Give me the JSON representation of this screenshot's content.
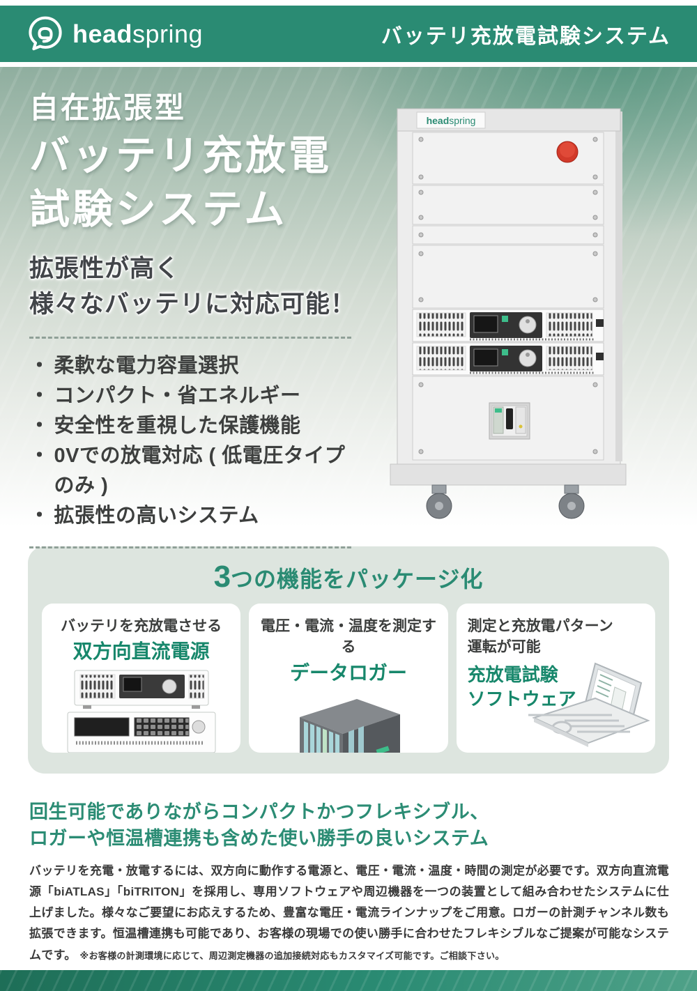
{
  "header": {
    "logo_bold": "head",
    "logo_light": "spring",
    "tagline": "バッテリ充放電試験システム"
  },
  "hero": {
    "kicker": "自在拡張型",
    "title_line1": "バッテリ充放電",
    "title_line2": "試験システム",
    "subtitle_line1": "拡張性が高く",
    "subtitle_line2": "様々なバッテリに対応可能！",
    "bullet_marker": "・",
    "bullets": [
      "柔軟な電力容量選択",
      "コンパクト・省エネルギー",
      "安全性を重視した保護機能",
      "0Vでの放電対応 ( 低電圧タイプのみ )",
      "拡張性の高いシステム"
    ]
  },
  "rack": {
    "nameplate_bold": "head",
    "nameplate_light": "spring"
  },
  "features": {
    "title_number": "3",
    "title_rest": "つの機能をパッケージ化",
    "cards": [
      {
        "desc_lines": [
          "バッテリを充放電させる"
        ],
        "name_lines": [
          "双方向直流電源"
        ]
      },
      {
        "desc_lines": [
          "電圧・電流・温度を測定する"
        ],
        "name_lines": [
          "データロガー"
        ]
      },
      {
        "desc_lines": [
          "測定と充放電パターン",
          "運転が可能"
        ],
        "name_lines": [
          "充放電試験",
          "ソフトウェア"
        ]
      }
    ]
  },
  "summary": {
    "heading_line1": "回生可能でありながらコンパクトかつフレキシブル、",
    "heading_line2": "ロガーや恒温槽連携も含めた使い勝手の良いシステム",
    "body": "バッテリを充電・放電するには、双方向に動作する電源と、電圧・電流・温度・時間の測定が必要です。双方向直流電源「biATLAS」「biTRITON」を採用し、専用ソフトウェアや周辺機器を一つの装置として組み合わせたシステムに仕上げました。様々なご要望にお応えするため、豊富な電圧・電流ラインナップをご用意。ロガーの計測チャンネル数も拡張できます。恒温槽連携も可能であり、お客様の現場での使い勝手に合わせたフレキシブルなご提案が可能なシステムです。",
    "note": "※お客様の計測環境に応じて、周辺測定機器の追加接続対応もカスタマイズ可能です。ご相談下さい。"
  },
  "colors": {
    "brand_green": "#2a8b73",
    "features_panel_bg": "#dde5df",
    "card_name_green": "#17876b",
    "estop_red": "#d23a2a"
  }
}
